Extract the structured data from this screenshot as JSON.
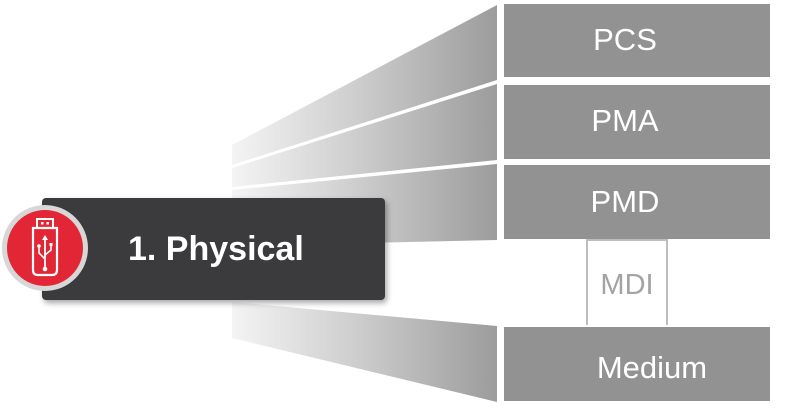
{
  "osi_layer": {
    "label": "1. Physical",
    "icon": "usb-icon"
  },
  "sublayers": [
    {
      "label": "PCS"
    },
    {
      "label": "PMA"
    },
    {
      "label": "PMD"
    }
  ],
  "mdi": {
    "label": "MDI"
  },
  "medium": {
    "label": "Medium"
  },
  "colors": {
    "layer_fill": "#929292",
    "layer_border": "#ffffff",
    "osi_box": "#3b3b3d",
    "icon_circle": "#e32636",
    "icon_ring": "#d7d7d7",
    "mdi_text": "#a3a3a3",
    "mdi_border": "#bdbdbd"
  }
}
